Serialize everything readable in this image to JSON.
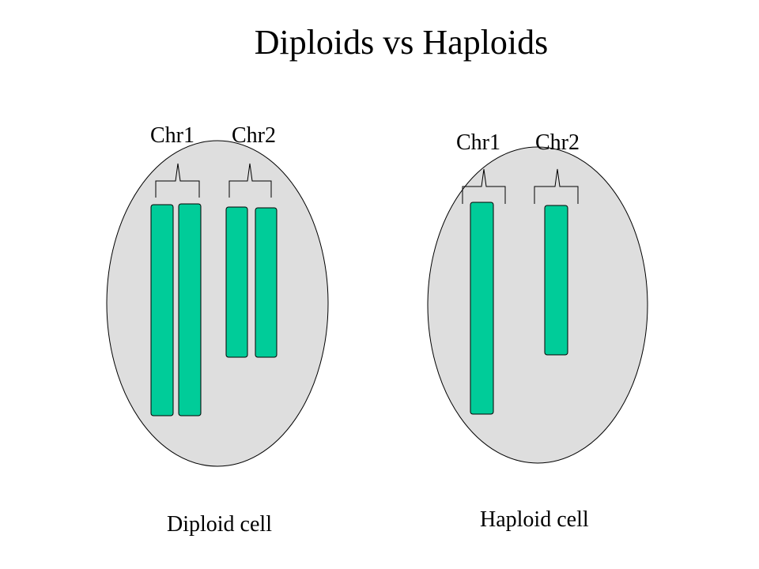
{
  "title": "Diploids vs Haploids",
  "colors": {
    "cell_fill": "#dedede",
    "cell_stroke": "#000000",
    "chromosome_fill": "#00cc99",
    "chromosome_stroke": "#000000"
  },
  "diploid": {
    "caption": "Diploid cell",
    "chr1_label": "Chr1",
    "chr2_label": "Chr2"
  },
  "haploid": {
    "caption": "Haploid cell",
    "chr1_label": "Chr1",
    "chr2_label": "Chr2"
  }
}
